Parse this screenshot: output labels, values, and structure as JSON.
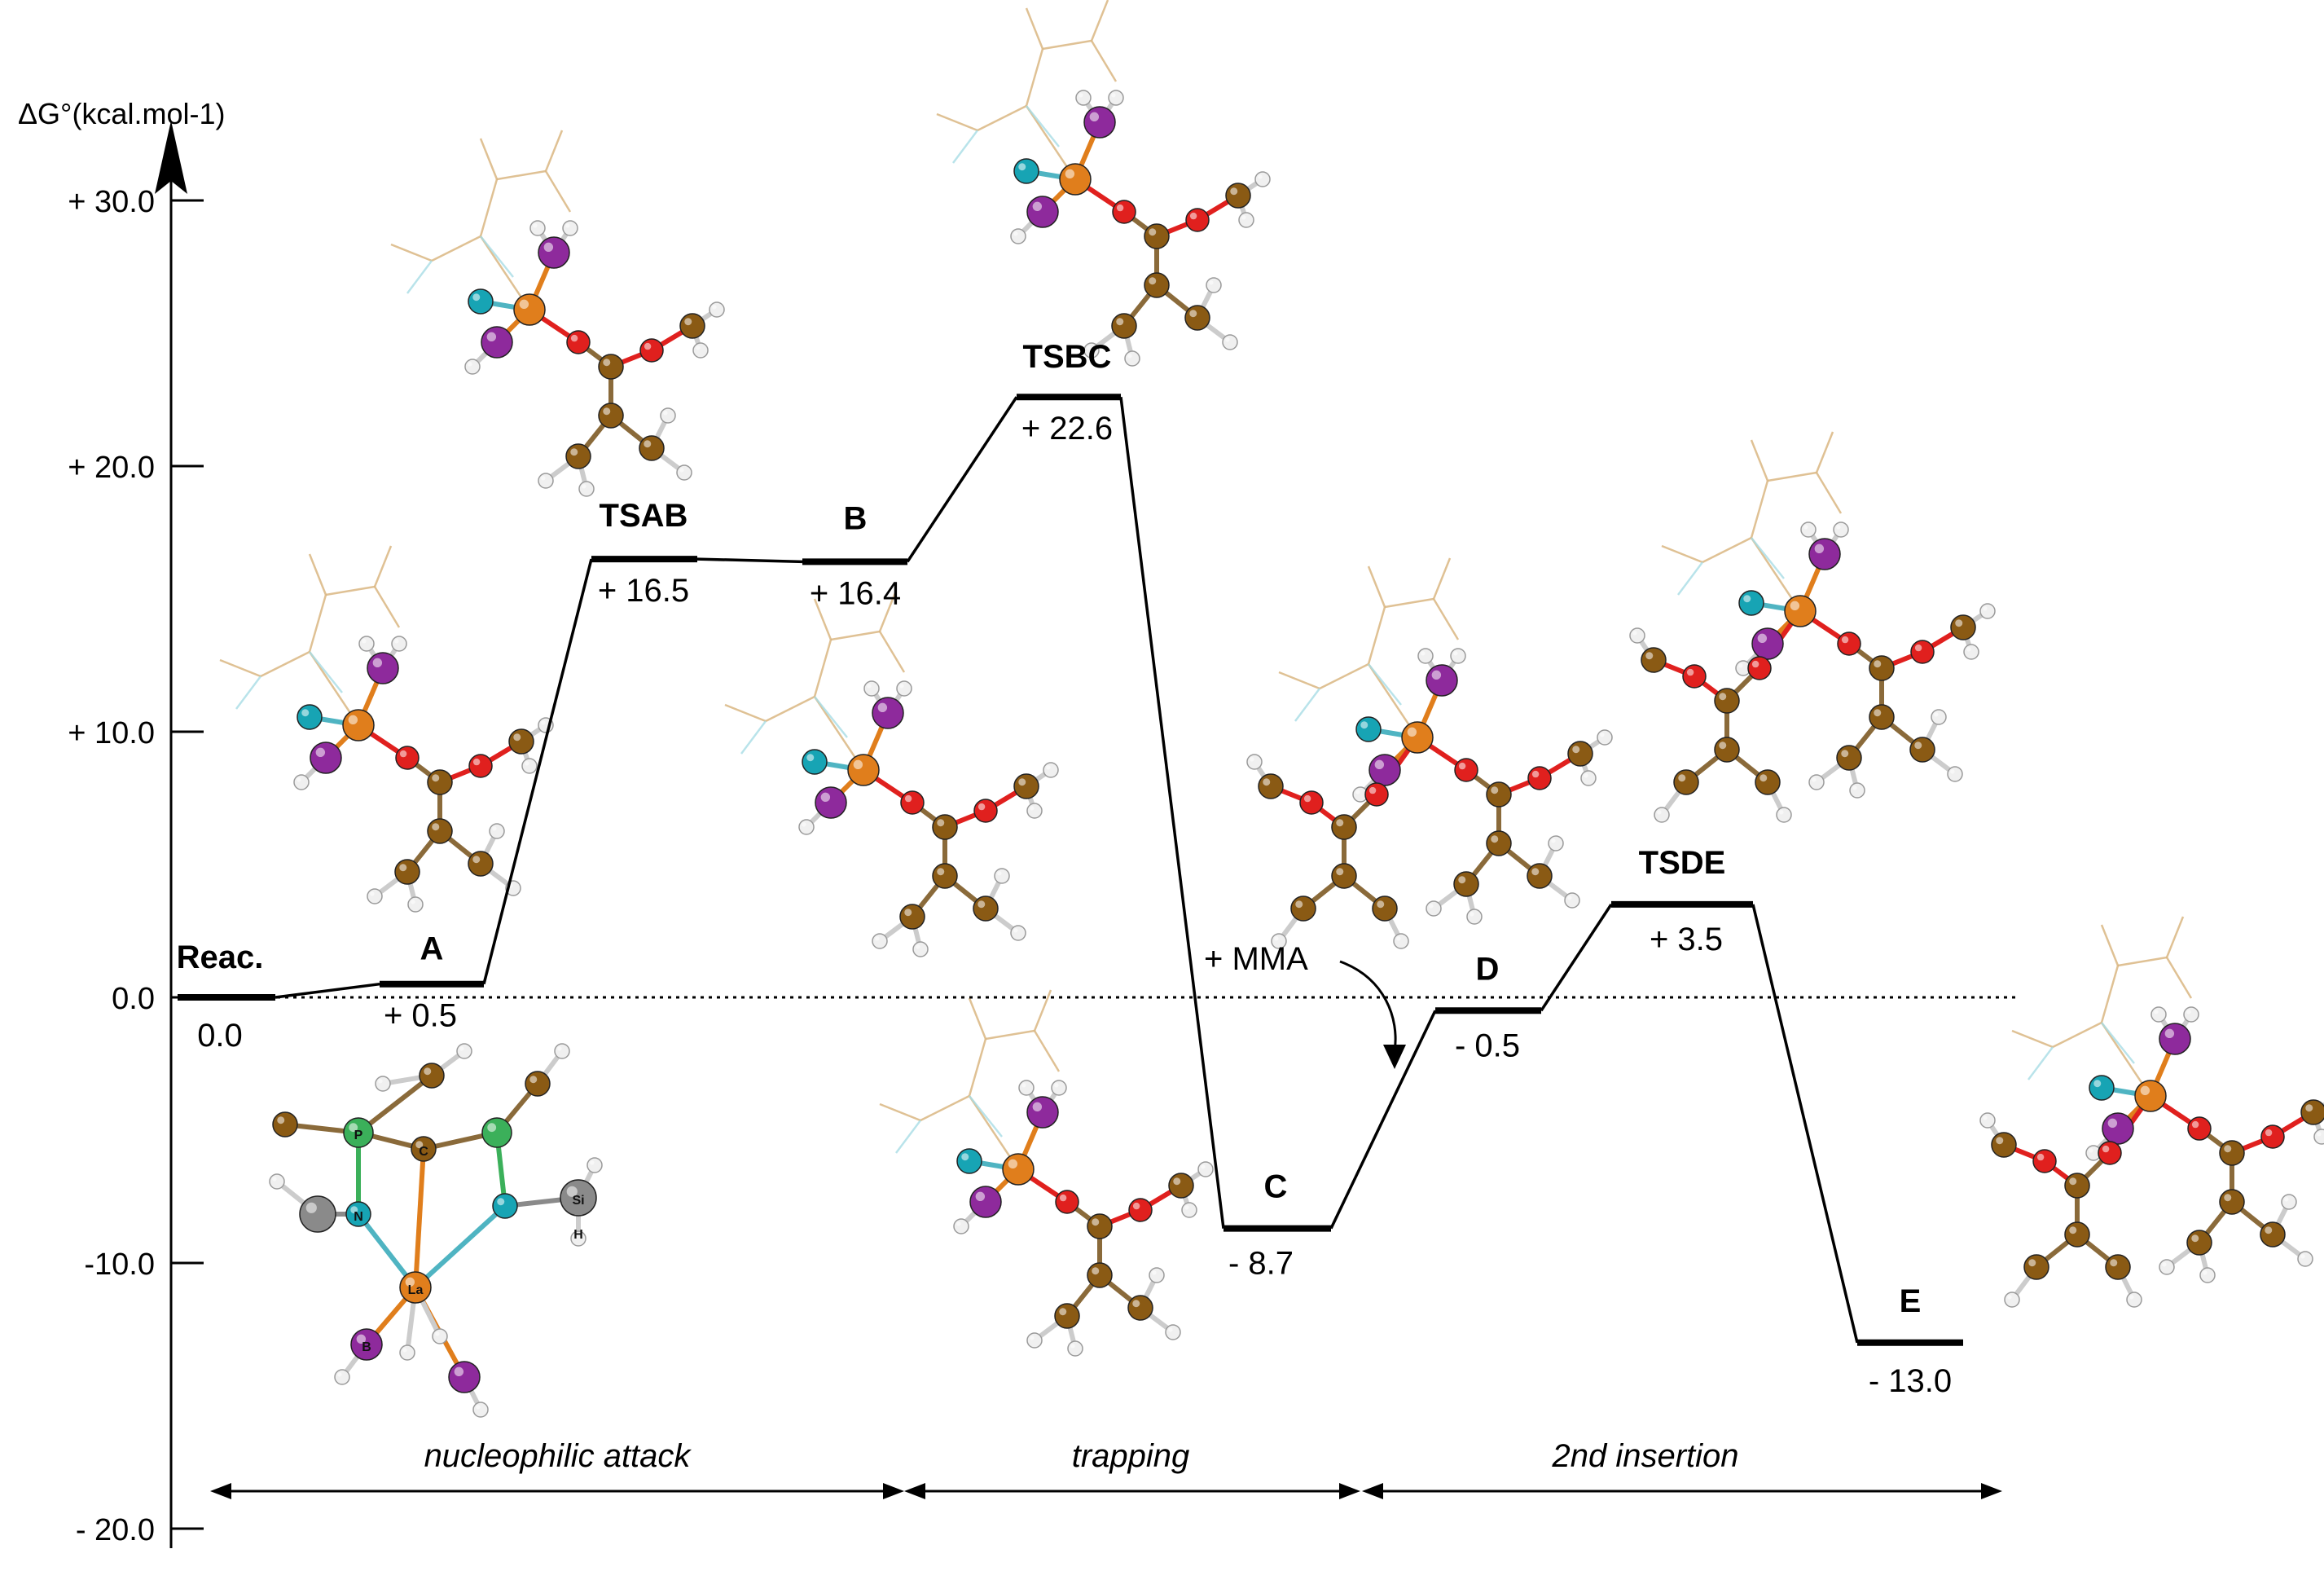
{
  "chart_data": {
    "type": "line",
    "ylabel": "ΔG°(kcal.mol-1)",
    "ylim": [
      -20,
      30
    ],
    "yticks": [
      {
        "value": 30,
        "label": "+ 30.0"
      },
      {
        "value": 20,
        "label": "+ 20.0"
      },
      {
        "value": 10,
        "label": "+ 10.0"
      },
      {
        "value": 0,
        "label": "0.0"
      },
      {
        "value": -10,
        "label": "-10.0"
      },
      {
        "value": -20,
        "label": "- 20.0"
      }
    ],
    "zero_reference_line": true,
    "levels": [
      {
        "name": "Reac.",
        "value": 0.0,
        "label": "0.0"
      },
      {
        "name": "A",
        "value": 0.5,
        "label": "+ 0.5"
      },
      {
        "name": "TSAB",
        "value": 16.5,
        "label": "+ 16.5"
      },
      {
        "name": "B",
        "value": 16.4,
        "label": "+ 16.4"
      },
      {
        "name": "TSBC",
        "value": 22.6,
        "label": "+ 22.6"
      },
      {
        "name": "C",
        "value": -8.7,
        "label": "- 8.7"
      },
      {
        "name": "D",
        "value": -0.5,
        "label": "- 0.5"
      },
      {
        "name": "TSDE",
        "value": 3.5,
        "label": "+ 3.5"
      },
      {
        "name": "E",
        "value": -13.0,
        "label": "- 13.0"
      }
    ],
    "annotations": [
      {
        "text": "+ MMA",
        "between": [
          "C",
          "D"
        ]
      }
    ],
    "regions": [
      {
        "label": "nucleophilic attack",
        "from": "Reac.",
        "to": "B"
      },
      {
        "label": "trapping",
        "from": "B",
        "to": "C"
      },
      {
        "label": "2nd insertion",
        "from": "C",
        "to": "E"
      }
    ],
    "atom_labels": [
      "P",
      "N",
      "Si",
      "H",
      "La",
      "B",
      "C"
    ],
    "colors": {
      "carbon": "#8a5a14",
      "oxygen": "#e0201e",
      "lanthanum": "#e07e1c",
      "boron": "#8e2a9c",
      "nitrogen": "#17a4b4",
      "phosphorus": "#3bb05a",
      "silicon": "#8a8a8a",
      "hydrogen": "#f0f0f0",
      "line": "#000000"
    }
  }
}
